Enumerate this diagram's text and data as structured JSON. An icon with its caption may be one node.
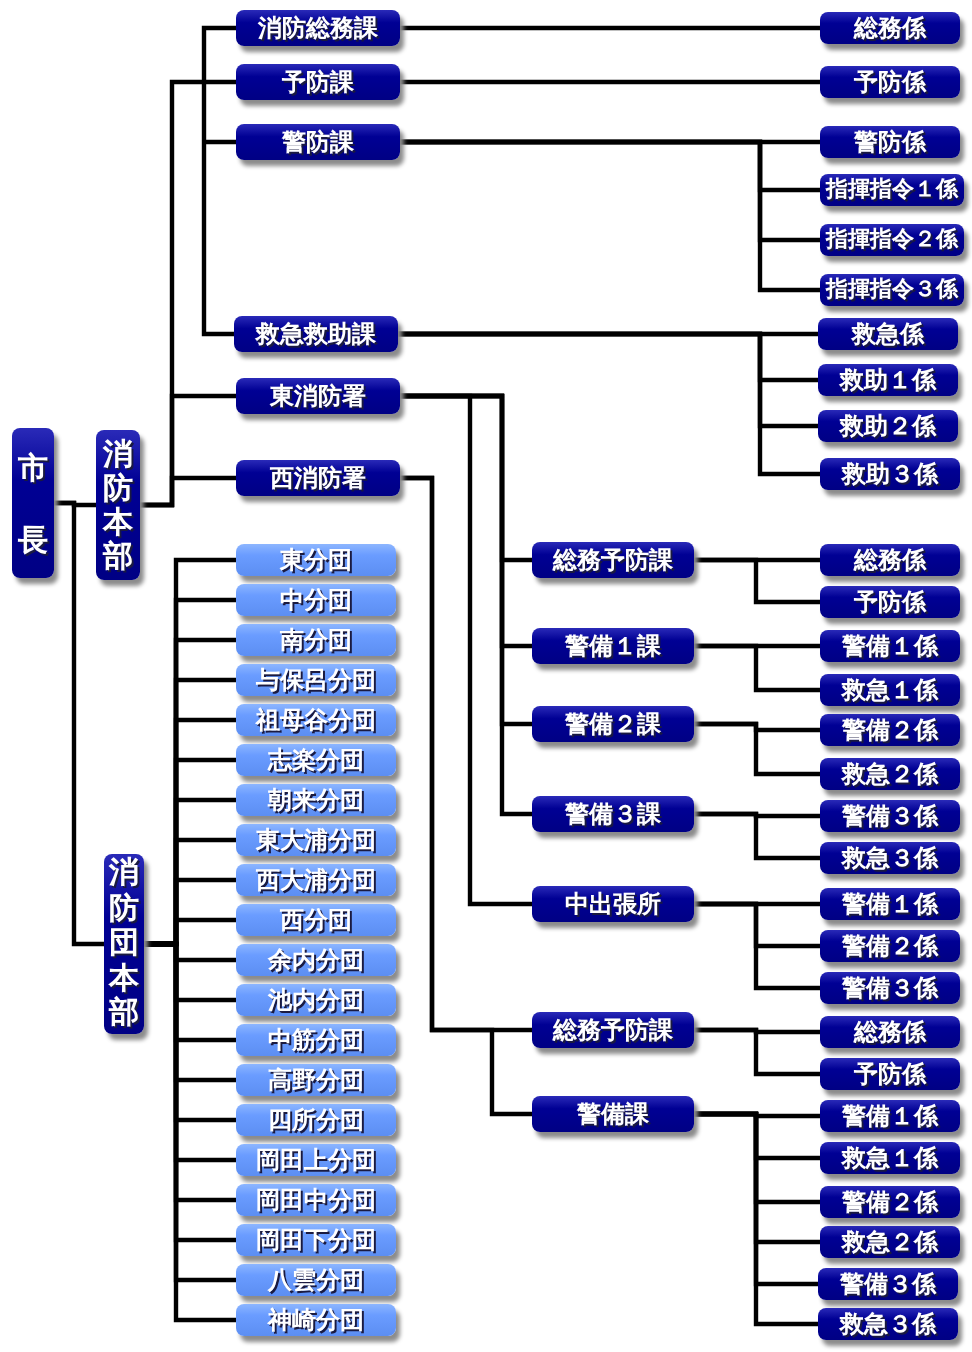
{
  "diagram": {
    "nodes": [
      {
        "text": [
          "市長"
        ]
      },
      {
        "text": [
          "消防本部"
        ]
      },
      {
        "text": [
          "消防総務課"
        ]
      },
      {
        "text": [
          "総務係"
        ]
      },
      {
        "text": [
          "予防課"
        ]
      },
      {
        "text": [
          "予防係"
        ]
      },
      {
        "text": [
          "警防課"
        ]
      },
      {
        "text": [
          "警防係"
        ]
      },
      {
        "text": [
          "指揮指令１係"
        ]
      },
      {
        "text": [
          "指揮指令２係"
        ]
      },
      {
        "text": [
          "指揮指令３係"
        ]
      },
      {
        "text": [
          "救急救助課"
        ]
      },
      {
        "text": [
          "救急係"
        ]
      },
      {
        "text": [
          "救助１係"
        ]
      },
      {
        "text": [
          "救助２係"
        ]
      },
      {
        "text": [
          "救助３係"
        ]
      },
      {
        "text": [
          "東消防署"
        ]
      },
      {
        "text": [
          "西消防署"
        ]
      },
      {
        "text": [
          "総務予防課"
        ]
      },
      {
        "text": [
          "総務係"
        ]
      },
      {
        "text": [
          "予防係"
        ]
      },
      {
        "text": [
          "警備１課"
        ]
      },
      {
        "text": [
          "警備１係"
        ]
      },
      {
        "text": [
          "救急１係"
        ]
      },
      {
        "text": [
          "警備２課"
        ]
      },
      {
        "text": [
          "警備２係"
        ]
      },
      {
        "text": [
          "救急２係"
        ]
      },
      {
        "text": [
          "警備３課"
        ]
      },
      {
        "text": [
          "警備３係"
        ]
      },
      {
        "text": [
          "救急３係"
        ]
      },
      {
        "text": [
          "中出張所"
        ]
      },
      {
        "text": [
          "警備１係"
        ]
      },
      {
        "text": [
          "警備２係"
        ]
      },
      {
        "text": [
          "警備３係"
        ]
      },
      {
        "text": [
          "総務予防課"
        ]
      },
      {
        "text": [
          "総務係"
        ]
      },
      {
        "text": [
          "予防係"
        ]
      },
      {
        "text": [
          "警備課"
        ]
      },
      {
        "text": [
          "警備１係"
        ]
      },
      {
        "text": [
          "救急１係"
        ]
      },
      {
        "text": [
          "警備２係"
        ]
      },
      {
        "text": [
          "救急２係"
        ]
      },
      {
        "text": [
          "警備３係"
        ]
      },
      {
        "text": [
          "救急３係"
        ]
      },
      {
        "text": [
          "消防団本部"
        ]
      },
      {
        "text": [
          "東分団"
        ]
      },
      {
        "text": [
          "中分団"
        ]
      },
      {
        "text": [
          "南分団"
        ]
      },
      {
        "text": [
          "与保呂分団"
        ]
      },
      {
        "text": [
          "祖母谷分団"
        ]
      },
      {
        "text": [
          "志楽分団"
        ]
      },
      {
        "text": [
          "朝来分団"
        ]
      },
      {
        "text": [
          "東大浦分団"
        ]
      },
      {
        "text": [
          "西大浦分団"
        ]
      },
      {
        "text": [
          "西分団"
        ]
      },
      {
        "text": [
          "余内分団"
        ]
      },
      {
        "text": [
          "池内分団"
        ]
      },
      {
        "text": [
          "中筋分団"
        ]
      },
      {
        "text": [
          "高野分団"
        ]
      },
      {
        "text": [
          "四所分団"
        ]
      },
      {
        "text": [
          "岡田上分団"
        ]
      },
      {
        "text": [
          "岡田中分団"
        ]
      },
      {
        "text": [
          "岡田下分団"
        ]
      },
      {
        "text": [
          "八雲分団"
        ]
      },
      {
        "text": [
          "神崎分団"
        ]
      }
    ],
    "edges": [
      {
        "from": 0,
        "to": 1,
        "arrow": "none"
      },
      {
        "from": 0,
        "to": 44,
        "arrow": "none"
      },
      {
        "from": 1,
        "to": 2,
        "arrow": "none"
      },
      {
        "from": 1,
        "to": 4,
        "arrow": "none"
      },
      {
        "from": 1,
        "to": 6,
        "arrow": "none"
      },
      {
        "from": 1,
        "to": 11,
        "arrow": "none"
      },
      {
        "from": 1,
        "to": 16,
        "arrow": "none"
      },
      {
        "from": 1,
        "to": 17,
        "arrow": "none"
      },
      {
        "from": 2,
        "to": 3,
        "arrow": "none"
      },
      {
        "from": 4,
        "to": 5,
        "arrow": "none"
      },
      {
        "from": 6,
        "to": 7,
        "arrow": "none"
      },
      {
        "from": 6,
        "to": 8,
        "arrow": "none"
      },
      {
        "from": 6,
        "to": 9,
        "arrow": "none"
      },
      {
        "from": 6,
        "to": 10,
        "arrow": "none"
      },
      {
        "from": 11,
        "to": 12,
        "arrow": "none"
      },
      {
        "from": 11,
        "to": 13,
        "arrow": "none"
      },
      {
        "from": 11,
        "to": 14,
        "arrow": "none"
      },
      {
        "from": 11,
        "to": 15,
        "arrow": "none"
      },
      {
        "from": 16,
        "to": 18,
        "arrow": "none"
      },
      {
        "from": 16,
        "to": 21,
        "arrow": "none"
      },
      {
        "from": 16,
        "to": 24,
        "arrow": "none"
      },
      {
        "from": 16,
        "to": 27,
        "arrow": "none"
      },
      {
        "from": 16,
        "to": 30,
        "arrow": "none"
      },
      {
        "from": 17,
        "to": 34,
        "arrow": "none"
      },
      {
        "from": 17,
        "to": 37,
        "arrow": "none"
      },
      {
        "from": 18,
        "to": 19,
        "arrow": "none"
      },
      {
        "from": 18,
        "to": 20,
        "arrow": "none"
      },
      {
        "from": 21,
        "to": 22,
        "arrow": "none"
      },
      {
        "from": 21,
        "to": 23,
        "arrow": "none"
      },
      {
        "from": 24,
        "to": 25,
        "arrow": "none"
      },
      {
        "from": 24,
        "to": 26,
        "arrow": "none"
      },
      {
        "from": 27,
        "to": 28,
        "arrow": "none"
      },
      {
        "from": 27,
        "to": 29,
        "arrow": "none"
      },
      {
        "from": 30,
        "to": 31,
        "arrow": "none"
      },
      {
        "from": 30,
        "to": 32,
        "arrow": "none"
      },
      {
        "from": 30,
        "to": 33,
        "arrow": "none"
      },
      {
        "from": 34,
        "to": 35,
        "arrow": "none"
      },
      {
        "from": 34,
        "to": 36,
        "arrow": "none"
      },
      {
        "from": 37,
        "to": 38,
        "arrow": "none"
      },
      {
        "from": 37,
        "to": 39,
        "arrow": "none"
      },
      {
        "from": 37,
        "to": 40,
        "arrow": "none"
      },
      {
        "from": 37,
        "to": 41,
        "arrow": "none"
      },
      {
        "from": 37,
        "to": 42,
        "arrow": "none"
      },
      {
        "from": 37,
        "to": 43,
        "arrow": "none"
      },
      {
        "from": 44,
        "to": 45,
        "arrow": "none"
      },
      {
        "from": 44,
        "to": 46,
        "arrow": "none"
      },
      {
        "from": 44,
        "to": 47,
        "arrow": "none"
      },
      {
        "from": 44,
        "to": 48,
        "arrow": "none"
      },
      {
        "from": 44,
        "to": 49,
        "arrow": "none"
      },
      {
        "from": 44,
        "to": 50,
        "arrow": "none"
      },
      {
        "from": 44,
        "to": 51,
        "arrow": "none"
      },
      {
        "from": 44,
        "to": 52,
        "arrow": "none"
      },
      {
        "from": 44,
        "to": 53,
        "arrow": "none"
      },
      {
        "from": 44,
        "to": 54,
        "arrow": "none"
      },
      {
        "from": 44,
        "to": 55,
        "arrow": "none"
      },
      {
        "from": 44,
        "to": 56,
        "arrow": "none"
      },
      {
        "from": 44,
        "to": 57,
        "arrow": "none"
      },
      {
        "from": 44,
        "to": 58,
        "arrow": "none"
      },
      {
        "from": 44,
        "to": 59,
        "arrow": "none"
      },
      {
        "from": 44,
        "to": 60,
        "arrow": "none"
      },
      {
        "from": 44,
        "to": 61,
        "arrow": "none"
      },
      {
        "from": 44,
        "to": 62,
        "arrow": "none"
      },
      {
        "from": 44,
        "to": 63,
        "arrow": "none"
      },
      {
        "from": 44,
        "to": 64,
        "arrow": "none"
      }
    ]
  }
}
